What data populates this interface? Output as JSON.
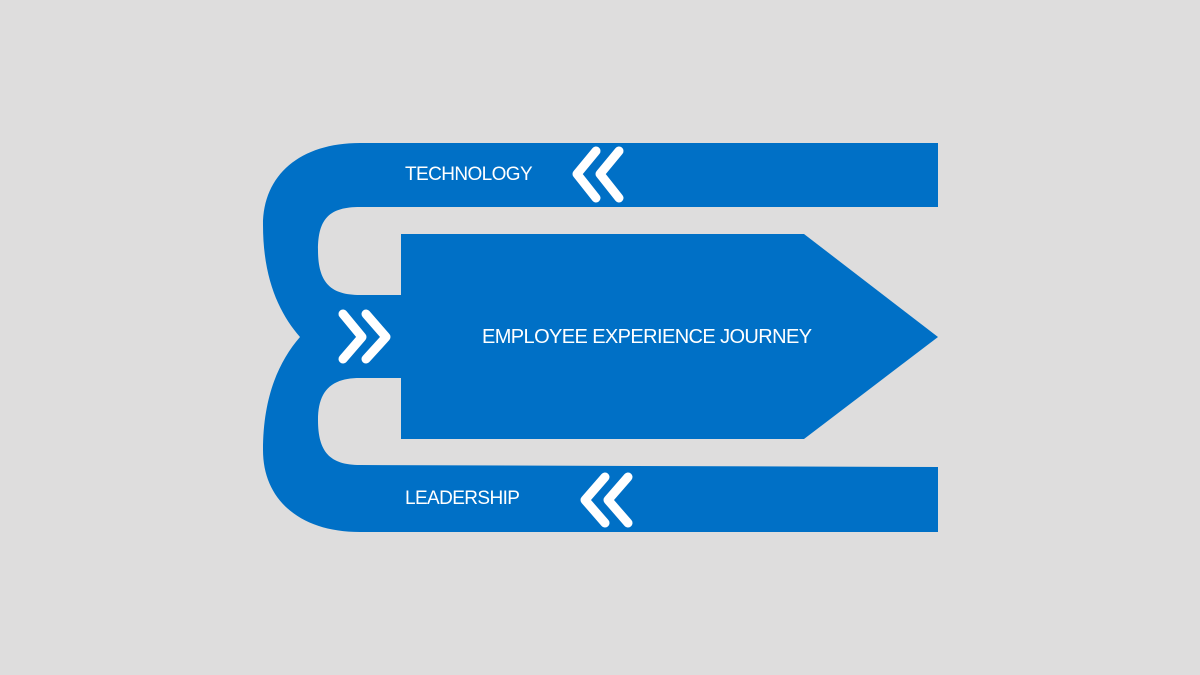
{
  "diagram": {
    "title": "EMPLOYEE EXPERIENCE JOURNEY",
    "lanes": [
      {
        "label": "TECHNOLOGY",
        "direction": "left",
        "icon": "double-chevron-left-icon"
      },
      {
        "label": "LEADERSHIP",
        "direction": "left",
        "icon": "double-chevron-left-icon"
      }
    ],
    "center_icon": "double-chevron-right-icon"
  },
  "colors": {
    "background": "#dedddd",
    "shape": "#0070c6",
    "text": "#ffffff"
  }
}
